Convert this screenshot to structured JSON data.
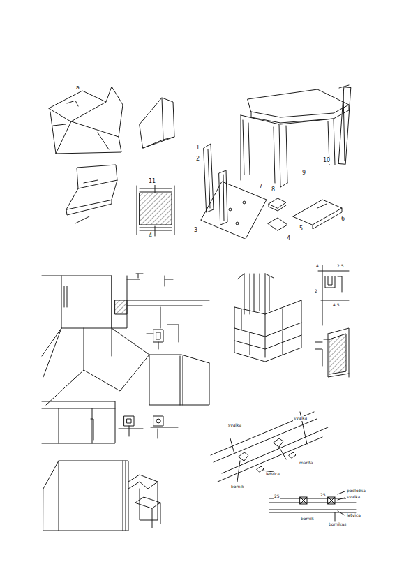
{
  "diagram": {
    "labels": [
      "a",
      "11",
      "4",
      "1",
      "2",
      "7",
      "8",
      "9",
      "10",
      "3",
      "4",
      "5",
      "6",
      "4",
      "2.5",
      "2",
      "4.5",
      "svalka",
      "svalka",
      "manta",
      "letvica",
      "bornik",
      "25",
      "25",
      "podložka",
      "svalka",
      "letvica",
      "bornikas",
      "bornik"
    ]
  }
}
